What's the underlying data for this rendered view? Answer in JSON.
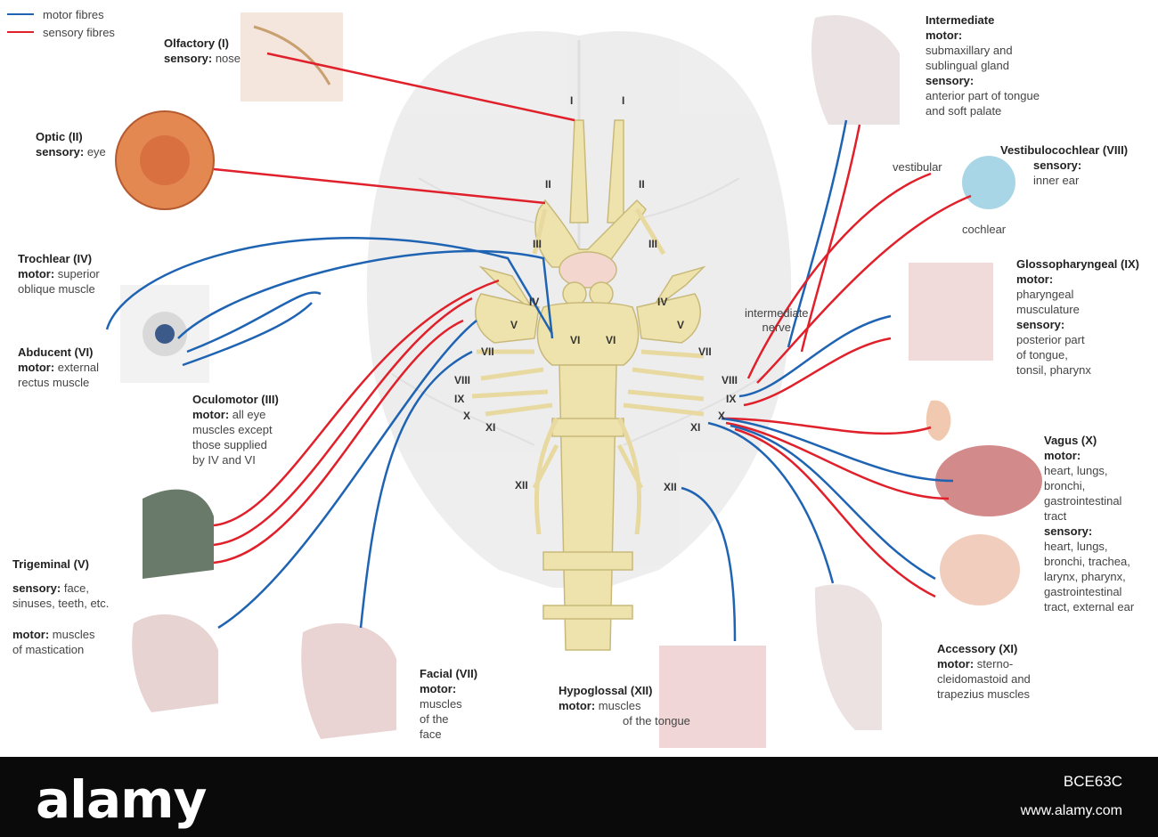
{
  "legend": [
    {
      "label": "motor fibres",
      "color": "#1f63b3"
    },
    {
      "label": "sensory fibres",
      "color": "#e0202a"
    }
  ],
  "colors": {
    "motor": "#1f63b3",
    "sensory": "#e0202a",
    "nerve": "#efe3ad",
    "nerve_edge": "#c8b97a",
    "brain": "#ececec"
  },
  "nerves": {
    "olfactory": {
      "name": "Olfactory (I)",
      "k1": "sensory:",
      "v1": "nose"
    },
    "optic": {
      "name": "Optic (II)",
      "k1": "sensory:",
      "v1": "eye"
    },
    "trochlear": {
      "name": "Trochlear (IV)",
      "k1": "motor:",
      "v1": "superior",
      "l2": "oblique muscle"
    },
    "abducent": {
      "name": "Abducent (VI)",
      "k1": "motor:",
      "v1": "external",
      "l2": "rectus muscle"
    },
    "oculomotor": {
      "name": "Oculomotor (III)",
      "k1": "motor:",
      "v1": "all eye",
      "lines": [
        "muscles except",
        "those supplied",
        "by IV and VI"
      ]
    },
    "trigeminal": {
      "name": "Trigeminal (V)",
      "k1": "sensory:",
      "v1": "face,",
      "l2": "sinuses, teeth, etc.",
      "k2": "motor:",
      "v2": "muscles",
      "l3": "of mastication"
    },
    "facial": {
      "name": "Facial (VII)",
      "k1": "motor:",
      "lines": [
        "muscles",
        "of the",
        "face"
      ]
    },
    "hypoglossal": {
      "name": "Hypoglossal (XII)",
      "k1": "motor:",
      "v1": "muscles",
      "l2": "of the tongue"
    },
    "accessory": {
      "name": "Accessory (XI)",
      "k1": "motor:",
      "v1": "sterno-",
      "lines": [
        "cleidomastoid and",
        "trapezius muscles"
      ]
    },
    "vagus": {
      "name": "Vagus (X)",
      "k1": "motor:",
      "m_lines": [
        "heart, lungs,",
        "bronchi,",
        "gastrointestinal",
        "tract"
      ],
      "k2": "sensory:",
      "s_lines": [
        "heart, lungs,",
        "bronchi, trachea,",
        "larynx, pharynx,",
        "gastrointestinal",
        "tract, external ear"
      ]
    },
    "glosso": {
      "name": "Glossopharyngeal (IX)",
      "k1": "motor:",
      "m_lines": [
        "pharyngeal",
        "musculature"
      ],
      "k2": "sensory:",
      "s_lines": [
        "posterior part",
        "of tongue,",
        "tonsil, pharynx"
      ]
    },
    "vestibulo": {
      "name": "Vestibulocochlear (VIII)",
      "k1": "sensory:",
      "v1": "inner ear"
    },
    "intermediate": {
      "name": "Intermediate",
      "k1": "motor:",
      "m_lines": [
        "submaxillary and",
        "sublingual gland"
      ],
      "k2": "sensory:",
      "s_lines": [
        "anterior part of tongue",
        "and soft palate"
      ]
    }
  },
  "small_labels": {
    "vestibular": "vestibular",
    "cochlear": "cochlear",
    "intermediate_nerve_1": "intermediate",
    "intermediate_nerve_2": "nerve"
  },
  "roman_left": [
    "I",
    "II",
    "III",
    "IV",
    "V",
    "VI",
    "VII",
    "VIII",
    "IX",
    "X",
    "XI",
    "XII"
  ],
  "roman_right": [
    "I",
    "II",
    "III",
    "IV",
    "V",
    "VI",
    "VII",
    "VIII",
    "IX",
    "X",
    "XI",
    "XII"
  ],
  "watermark": {
    "logo": "alamy",
    "code": "BCE63C",
    "site": "www.alamy.com"
  }
}
